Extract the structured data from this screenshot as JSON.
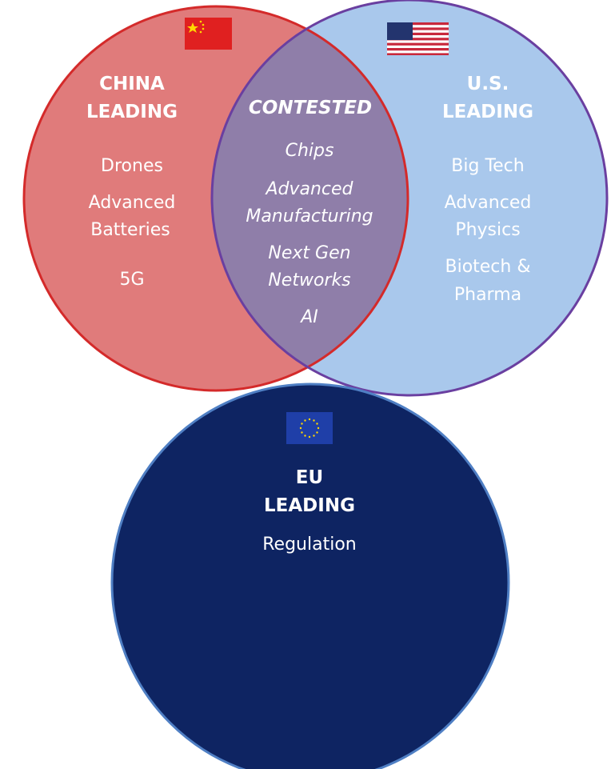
{
  "colors": {
    "china_fill": "#e07b7b",
    "china_stroke": "#d42a2a",
    "us_fill": "#a9c8ec",
    "us_stroke": "#6a3fa0",
    "contested_fill": "#8f7ea9",
    "eu_fill": "#0e2462",
    "eu_stroke": "#4f7fc4"
  },
  "china": {
    "flag": "china-flag-icon",
    "title_line1": "CHINA",
    "title_line2": "LEADING",
    "items": [
      "Drones",
      "Advanced",
      "Batteries",
      "5G"
    ]
  },
  "contested": {
    "title": "CONTESTED",
    "items": [
      "Chips",
      "Advanced",
      "Manufacturing",
      "Next Gen",
      "Networks",
      "AI"
    ]
  },
  "us": {
    "flag": "us-flag-icon",
    "title_line1": "U.S.",
    "title_line2": "LEADING",
    "items": [
      "Big Tech",
      "Advanced",
      "Physics",
      "Biotech &",
      "Pharma"
    ]
  },
  "eu": {
    "flag": "eu-flag-icon",
    "title_line1": "EU",
    "title_line2": "LEADING",
    "items": [
      "Regulation"
    ]
  }
}
